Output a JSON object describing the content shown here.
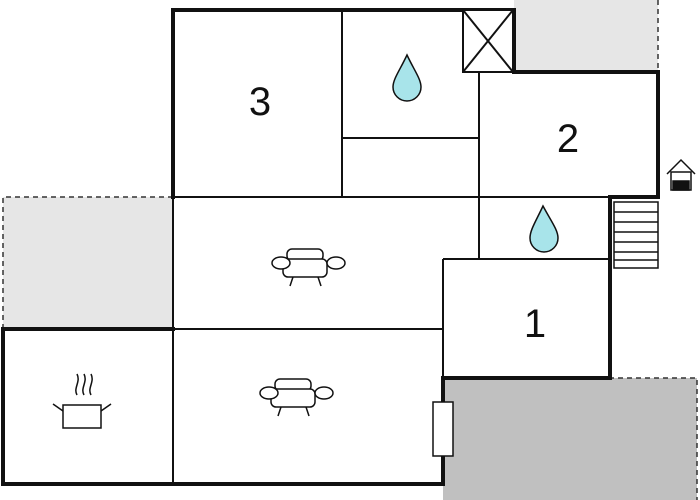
{
  "floor_plan": {
    "rooms": [
      {
        "label": "3"
      },
      {
        "label": "2"
      },
      {
        "label": "1"
      }
    ],
    "icons": [
      "bathroom-water-drop-icon",
      "shower-water-drop-icon",
      "living-room-sofa-icon",
      "dining-room-sofa-icon",
      "kitchen-cooking-pot-icon",
      "entrance-house-icon",
      "staircase-icon",
      "ventilation-shaft-icon",
      "door-icon"
    ],
    "colors": {
      "wall": "#111111",
      "terrace_light": "#e6e6e6",
      "terrace_dark": "#c0c0c0",
      "water_drop": "#a8e4ea"
    }
  }
}
